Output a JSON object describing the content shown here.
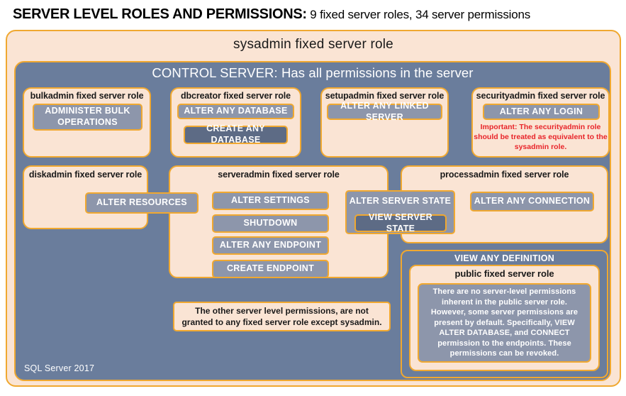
{
  "title": {
    "strong": "SERVER LEVEL ROLES AND PERMISSIONS:",
    "rest": " 9 fixed server roles, 34 server permissions"
  },
  "sysadmin": {
    "label": "sysadmin fixed server role"
  },
  "control_server": {
    "label": "CONTROL SERVER: Has all permissions in the server"
  },
  "roles": {
    "bulkadmin": {
      "title": "bulkadmin fixed server role",
      "permissions": [
        "ADMINISTER  BULK OPERATIONS"
      ]
    },
    "dbcreator": {
      "title": "dbcreator fixed server role",
      "permissions": [
        "ALTER ANY DATABASE",
        "CREATE  ANY DATABASE"
      ]
    },
    "setupadmin": {
      "title": "setupadmin fixed server role",
      "permissions": [
        "ALTER ANY LINKED SERVER"
      ]
    },
    "securityadmin": {
      "title": "securityadmin fixed server role",
      "permissions": [
        "ALTER ANY LOGIN"
      ],
      "note": "Important:  The securityadmin role should  be treated as equivalent to the sysadmin role."
    },
    "diskadmin": {
      "title": "diskadmin fixed server role",
      "permissions": [
        "ALTER RESOURCES"
      ]
    },
    "serveradmin": {
      "title": "serveradmin fixed server role",
      "permissions": [
        "ALTER SETTINGS",
        "SHUTDOWN",
        "ALTER ANY ENDPOINT",
        "CREATE  ENDPOINT",
        "ALTER SERVER  STATE",
        "VIEW  SERVER  STATE"
      ]
    },
    "processadmin": {
      "title": "processadmin fixed server role",
      "permissions": [
        "ALTER ANY CONNECTION"
      ]
    },
    "public": {
      "view_any_definition": "VIEW ANY DEFINITION",
      "title": "public  fixed server role",
      "note": "There are no server-level permissions inherent in the public server role. However, some server permissions are present by default. Specifically, VIEW ALTER DATABASE, and CONNECT permission to the endpoints. These permissions can be revoked."
    }
  },
  "other_permissions_note": "The other server level permissions,  are not granted to any fixed server role except sysadmin.",
  "footer": {
    "label": "SQL Server 2017"
  },
  "colors": {
    "peach_fill": "#fae4d4",
    "gold_border": "#f0a830",
    "slate_fill": "#6a7d9c",
    "permission_fill": "#8d96ab",
    "permission_dark_fill": "#5d6b85",
    "warning_text": "#e8252a"
  }
}
